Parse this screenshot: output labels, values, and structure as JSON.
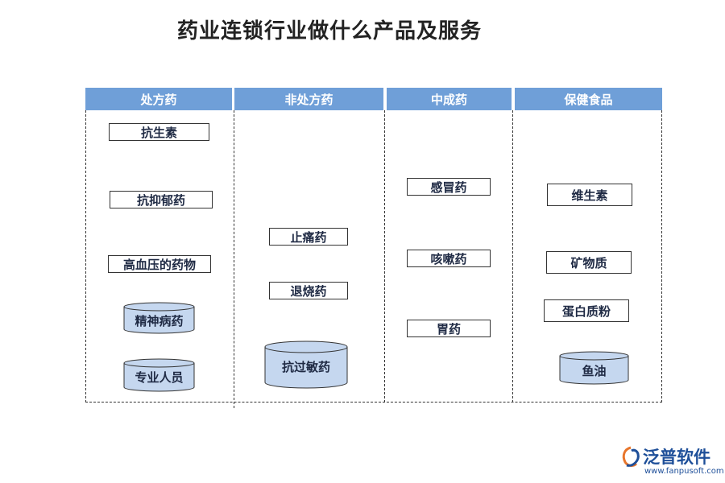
{
  "title": "药业连锁行业做什么产品及服务",
  "columns": [
    {
      "header": "处方药",
      "boxes": [
        "抗生素",
        "抗抑郁药",
        "高血压的药物"
      ],
      "cylinders": [
        "精神病药",
        "专业人员"
      ]
    },
    {
      "header": "非处方药",
      "boxes": [
        "止痛药",
        "退烧药"
      ],
      "cylinders": [
        "抗过敏药"
      ]
    },
    {
      "header": "中成药",
      "boxes": [
        "感冒药",
        "咳嗽药",
        "胃药"
      ],
      "cylinders": []
    },
    {
      "header": "保健食品",
      "boxes": [
        "维生素",
        "矿物质",
        "蛋白质粉"
      ],
      "cylinders": [
        "鱼油"
      ]
    }
  ],
  "logo": {
    "name": "泛普软件",
    "url": "www.fanpusoft.com"
  },
  "colors": {
    "header": "#6f9fd8",
    "cylinder_fill": "#c5d7ef",
    "text": "#1f2a44"
  }
}
